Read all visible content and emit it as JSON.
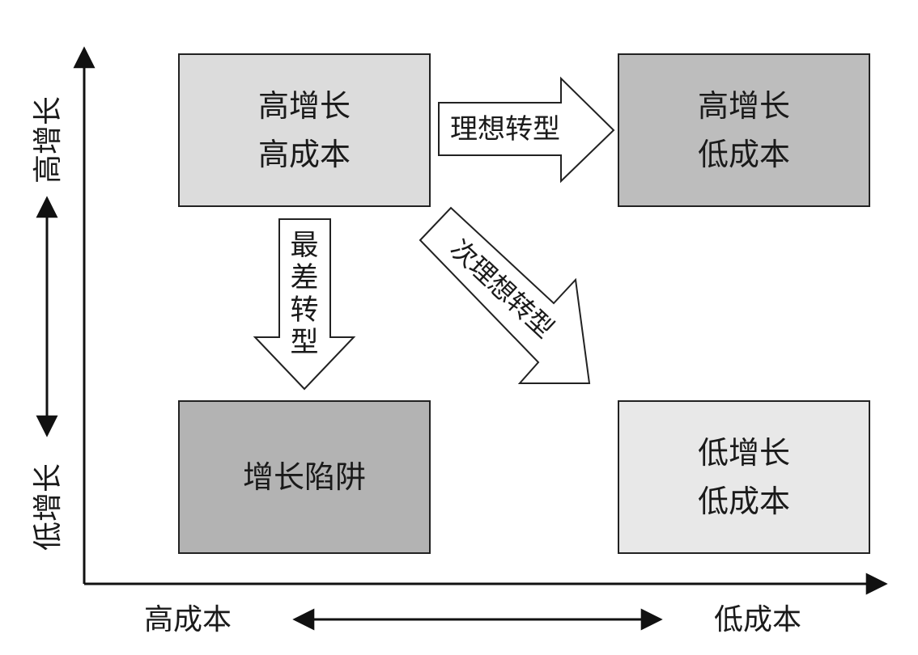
{
  "boxes": {
    "top_left": {
      "line1": "高增长",
      "line2": "高成本",
      "fill": "#dcdcdc"
    },
    "top_right": {
      "line1": "高增长",
      "line2": "低成本",
      "fill": "#bdbdbd"
    },
    "bottom_left": {
      "line1": "增长陷阱",
      "fill": "#b3b3b3"
    },
    "bottom_right": {
      "line1": "低增长",
      "line2": "低成本",
      "fill": "#e8e8e8"
    }
  },
  "arrows": {
    "ideal": {
      "label": "理想转型"
    },
    "second_ideal": {
      "label": "次理想转型"
    },
    "worst": {
      "chars": [
        "最",
        "差",
        "转",
        "型"
      ]
    }
  },
  "axes": {
    "y_top_label": "高增长",
    "y_bottom_label": "低增长",
    "x_left_label": "高成本",
    "x_right_label": "低成本"
  }
}
